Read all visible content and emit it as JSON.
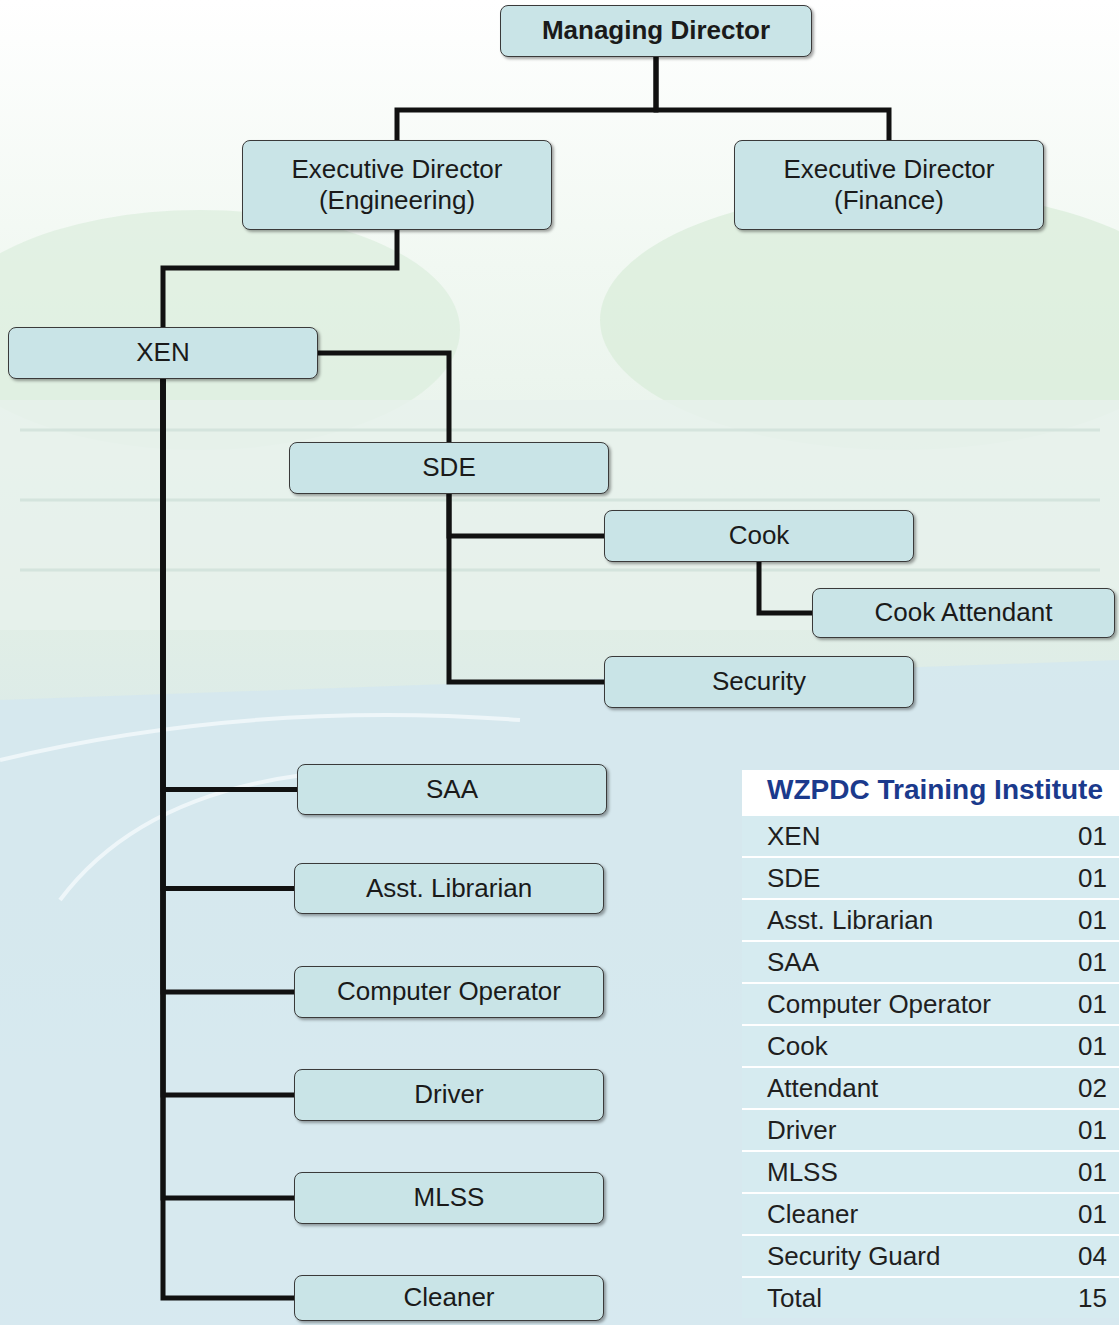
{
  "diagram": {
    "nodes": [
      {
        "text": [
          "Managing Director"
        ]
      },
      {
        "text": [
          "Executive Director (Engineering)"
        ]
      },
      {
        "text": [
          "Executive Director (Finance)"
        ]
      },
      {
        "text": [
          "XEN"
        ]
      },
      {
        "text": [
          "SDE"
        ]
      },
      {
        "text": [
          "Cook"
        ]
      },
      {
        "text": [
          "Cook Attendant"
        ]
      },
      {
        "text": [
          "Security"
        ]
      },
      {
        "text": [
          "SAA"
        ]
      },
      {
        "text": [
          "Asst. Librarian"
        ]
      },
      {
        "text": [
          "Computer Operator"
        ]
      },
      {
        "text": [
          "Driver"
        ]
      },
      {
        "text": [
          "MLSS"
        ]
      },
      {
        "text": [
          "Cleaner"
        ]
      }
    ],
    "edges": [
      {
        "from": 0,
        "to": 1,
        "arrow": "none"
      },
      {
        "from": 0,
        "to": 2,
        "arrow": "none"
      },
      {
        "from": 1,
        "to": 3,
        "arrow": "none"
      },
      {
        "from": 3,
        "to": 4,
        "arrow": "none"
      },
      {
        "from": 4,
        "to": 5,
        "arrow": "none"
      },
      {
        "from": 5,
        "to": 6,
        "arrow": "none"
      },
      {
        "from": 4,
        "to": 7,
        "arrow": "none"
      },
      {
        "from": 3,
        "to": 8,
        "arrow": "none"
      },
      {
        "from": 3,
        "to": 9,
        "arrow": "none"
      },
      {
        "from": 3,
        "to": 10,
        "arrow": "none"
      },
      {
        "from": 3,
        "to": 11,
        "arrow": "none"
      },
      {
        "from": 3,
        "to": 12,
        "arrow": "none"
      },
      {
        "from": 3,
        "to": 13,
        "arrow": "none"
      }
    ],
    "labels": [
      "WZPDC Training Institute",
      "XEN",
      "01",
      "SDE",
      "01",
      "Asst. Librarian",
      "01",
      "SAA",
      "01",
      "Computer Operator",
      "01",
      "Cook",
      "01",
      "Attendant",
      "02",
      "Driver",
      "01",
      "MLSS",
      "01",
      "Cleaner",
      "01",
      "Security Guard",
      "04",
      "Total",
      "15"
    ]
  }
}
